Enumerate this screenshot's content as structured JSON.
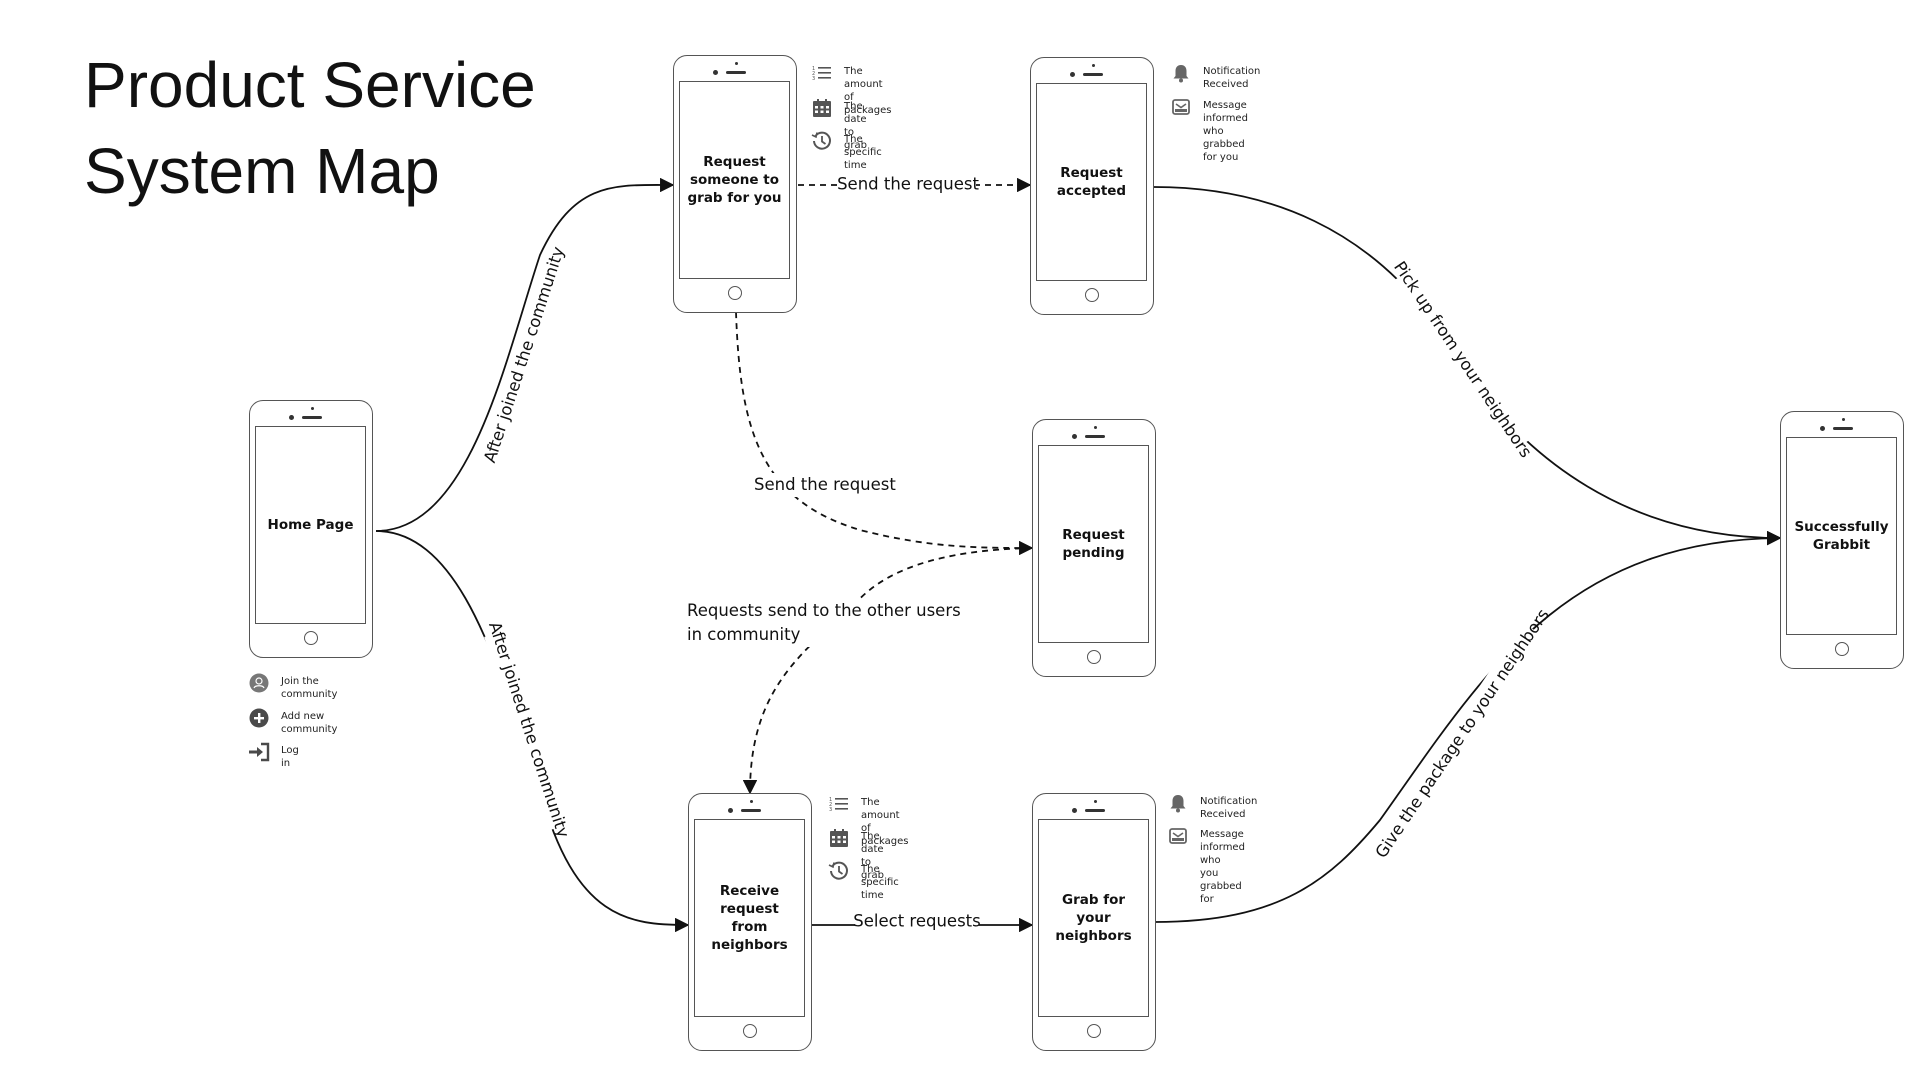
{
  "title": {
    "line1": "Product Service",
    "line2": "System Map"
  },
  "screens": {
    "home": "Home Page",
    "request": "Request\nsomeone to\ngrab for you",
    "accepted": "Request\naccepted",
    "pending": "Request\npending",
    "receive": "Receive\nrequest from\nneighbors",
    "grab": "Grab for your\nneighbors",
    "success": "Successfully\nGrabbit"
  },
  "home_actions": [
    {
      "icon": "user-circle-icon",
      "label": "Join the community"
    },
    {
      "icon": "plus-circle-icon",
      "label": "Add new community"
    },
    {
      "icon": "login-icon",
      "label": "Log in"
    }
  ],
  "request_details": [
    {
      "icon": "list-icon",
      "label": "The amount of packages"
    },
    {
      "icon": "calendar-icon",
      "label": "The date to grab"
    },
    {
      "icon": "history-clock-icon",
      "label": "The specific time"
    }
  ],
  "accepted_notes": [
    {
      "icon": "bell-icon",
      "label": "Notification Received"
    },
    {
      "icon": "mail-icon",
      "label": "Message informed who grabbed for you"
    }
  ],
  "receive_details": [
    {
      "icon": "list-icon",
      "label": "The amount of packages"
    },
    {
      "icon": "calendar-icon",
      "label": "The date to grab"
    },
    {
      "icon": "history-clock-icon",
      "label": "The specific time"
    }
  ],
  "grab_notes": [
    {
      "icon": "bell-icon",
      "label": "Notification Received"
    },
    {
      "icon": "mail-icon",
      "label": "Message informed who\nyou grabbed for"
    }
  ],
  "edges": {
    "home_to_request": "After joined the community",
    "home_to_receive": "After joined the community",
    "request_to_accepted": "Send the request",
    "request_to_pending": "Send the request",
    "pending_to_receive": "Requests send to the other users\nin community",
    "receive_to_grab": "Select requests",
    "accepted_to_success": "Pick up from your neighbors",
    "grab_to_success": "Give the package to your neighbors"
  },
  "colors": {
    "line": "#111111",
    "frame": "#555555",
    "icon": "#4a4a4a"
  }
}
